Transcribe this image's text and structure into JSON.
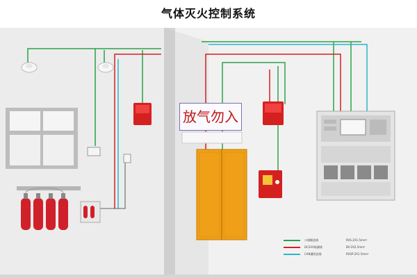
{
  "title": "气体灭火控制系统",
  "sign_text": "放气勿入",
  "colors": {
    "green_wire": "#2aa24a",
    "red_wire": "#d21f1f",
    "cyan_wire": "#2ab6c8",
    "cylinder": "#d0202a",
    "door": "#f0a018",
    "wall": "#e9e9e9"
  },
  "legend": [
    {
      "desc": "二线制总线",
      "spec": "RVS-2X1.5mm²",
      "color": "#2aa24a"
    },
    {
      "desc": "DC24V电源线",
      "spec": "BV-2X2.5mm²",
      "color": "#d21f1f"
    },
    {
      "desc": "CAN通讯总线",
      "spec": "RVSP-2X1.5mm²",
      "color": "#2ab6c8"
    }
  ]
}
